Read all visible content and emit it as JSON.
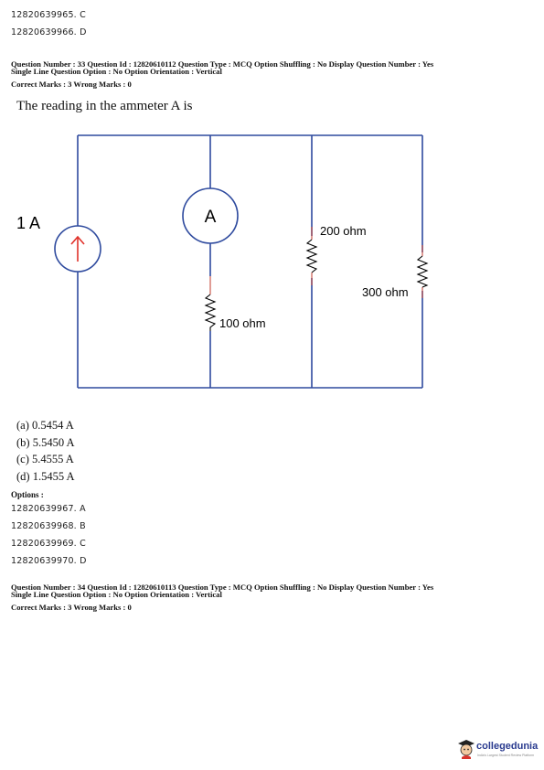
{
  "top_options": [
    "12820639965. C",
    "12820639966. D"
  ],
  "q33": {
    "meta_line1": "Question Number : 33  Question Id : 12820610112  Question Type : MCQ  Option Shuffling : No  Display Question Number : Yes",
    "meta_line2": "Single Line Question Option : No  Option Orientation : Vertical",
    "marks": "Correct Marks : 3  Wrong Marks : 0",
    "question": "The reading in the ammeter A is",
    "circuit": {
      "source_label": "1 A",
      "ammeter_label": "A",
      "r1_label": "100 ohm",
      "r2_label": "200 ohm",
      "r3_label": "300 ohm",
      "wire_color": "#2e4a9e",
      "resistor_color": "#000000",
      "source_arrow_color": "#e0322b",
      "lead_color": "#c0392b"
    },
    "choices": [
      "(a) 0.5454 A",
      "(b) 5.5450 A",
      "(c) 5.4555 A",
      "(d) 1.5455 A"
    ],
    "options_label": "Options :",
    "option_codes": [
      "12820639967. A",
      "12820639968. B",
      "12820639969. C",
      "12820639970. D"
    ]
  },
  "q34": {
    "meta_line1": "Question Number : 34  Question Id : 12820610113  Question Type : MCQ  Option Shuffling : No  Display Question Number : Yes",
    "meta_line2": "Single Line Question Option : No  Option Orientation : Vertical",
    "marks": "Correct Marks : 3  Wrong Marks : 0"
  },
  "logo": {
    "name": "collegedunia",
    "tagline": "India's Largest Student Review Platform"
  }
}
